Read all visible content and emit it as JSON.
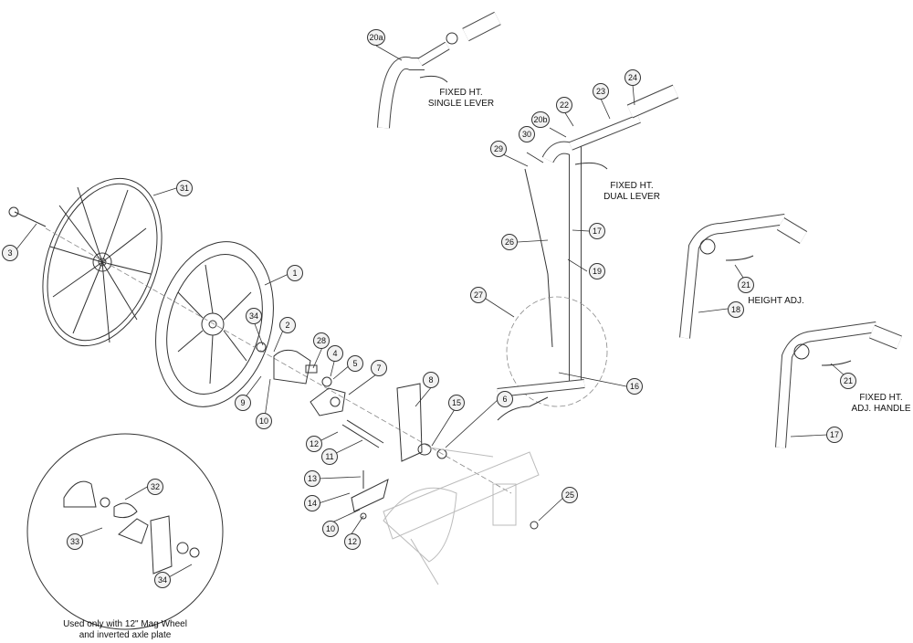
{
  "diagram": {
    "captions": {
      "single_lever": [
        "FIXED HT.",
        "SINGLE LEVER"
      ],
      "dual_lever": [
        "FIXED HT.",
        "DUAL LEVER"
      ],
      "height_adj": "HEIGHT ADJ.",
      "adj_handle": [
        "FIXED HT.",
        "ADJ. HANDLE"
      ],
      "mag_wheel_note": [
        "Used only with 12\" Mag Wheel",
        "and inverted axle plate"
      ]
    },
    "callouts": [
      "20a",
      "24",
      "23",
      "22",
      "20b",
      "30",
      "29",
      "17",
      "26",
      "19",
      "27",
      "16",
      "31",
      "3",
      "1",
      "34",
      "2",
      "28",
      "4",
      "5",
      "7",
      "9",
      "10",
      "12",
      "11",
      "8",
      "15",
      "6",
      "13",
      "14",
      "10",
      "12",
      "25",
      "21",
      "18",
      "21",
      "17",
      "32",
      "33",
      "34"
    ]
  }
}
